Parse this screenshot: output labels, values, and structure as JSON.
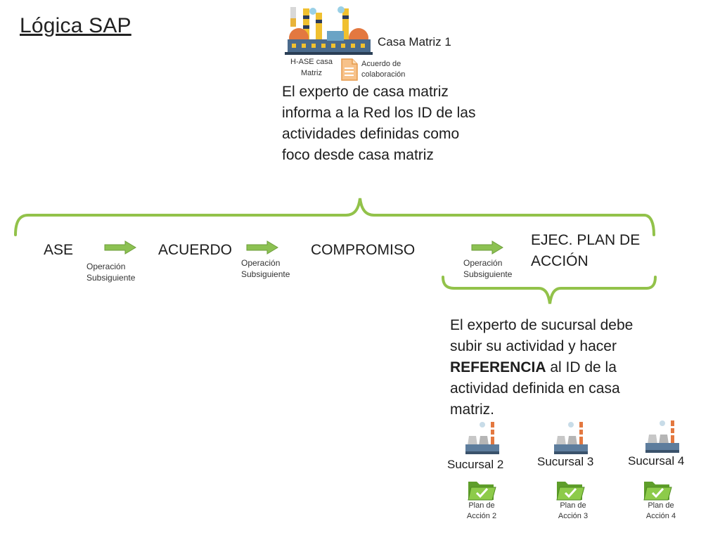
{
  "title": "Lógica SAP",
  "hq": {
    "name": "Casa Matriz 1",
    "hase_label_line1": "H-ASE casa",
    "hase_label_line2": "Matriz",
    "doc_label_line1": "Acuerdo de",
    "doc_label_line2": "colaboración",
    "note": "El experto de casa matriz informa a la Red los ID de las actividades definidas como foco desde casa matriz"
  },
  "steps": [
    {
      "label": "ASE"
    },
    {
      "label": "ACUERDO"
    },
    {
      "label": "COMPROMISO"
    },
    {
      "label_line1": "EJEC. PLAN DE",
      "label_line2": "ACCIÓN"
    }
  ],
  "transitions": [
    {
      "line1": "Operación",
      "line2": "Subsiguiente"
    },
    {
      "line1": "Operación",
      "line2": "Subsiguiente"
    },
    {
      "line1": "Operación",
      "line2": "Subsiguiente"
    }
  ],
  "branch_note": {
    "before": "El experto de sucursal debe subir su actividad y hacer",
    "emphasis": "REFERENCIA",
    "after": " al ID de  la actividad definida en casa matriz."
  },
  "branches": [
    {
      "name": "Sucursal 2",
      "plan_line1": "Plan de",
      "plan_line2": "Acción 2"
    },
    {
      "name": "Sucursal 3",
      "plan_line1": "Plan de",
      "plan_line2": "Acción 3"
    },
    {
      "name": "Sucursal 4",
      "plan_line1": "Plan de",
      "plan_line2": "Acción 4"
    }
  ],
  "colors": {
    "brace": "#92c24a",
    "arrow": "#8cc152",
    "folder": "#6fae2f"
  },
  "icons": [
    "factory-icon",
    "document-icon",
    "right-arrow-icon",
    "folder-check-icon"
  ]
}
